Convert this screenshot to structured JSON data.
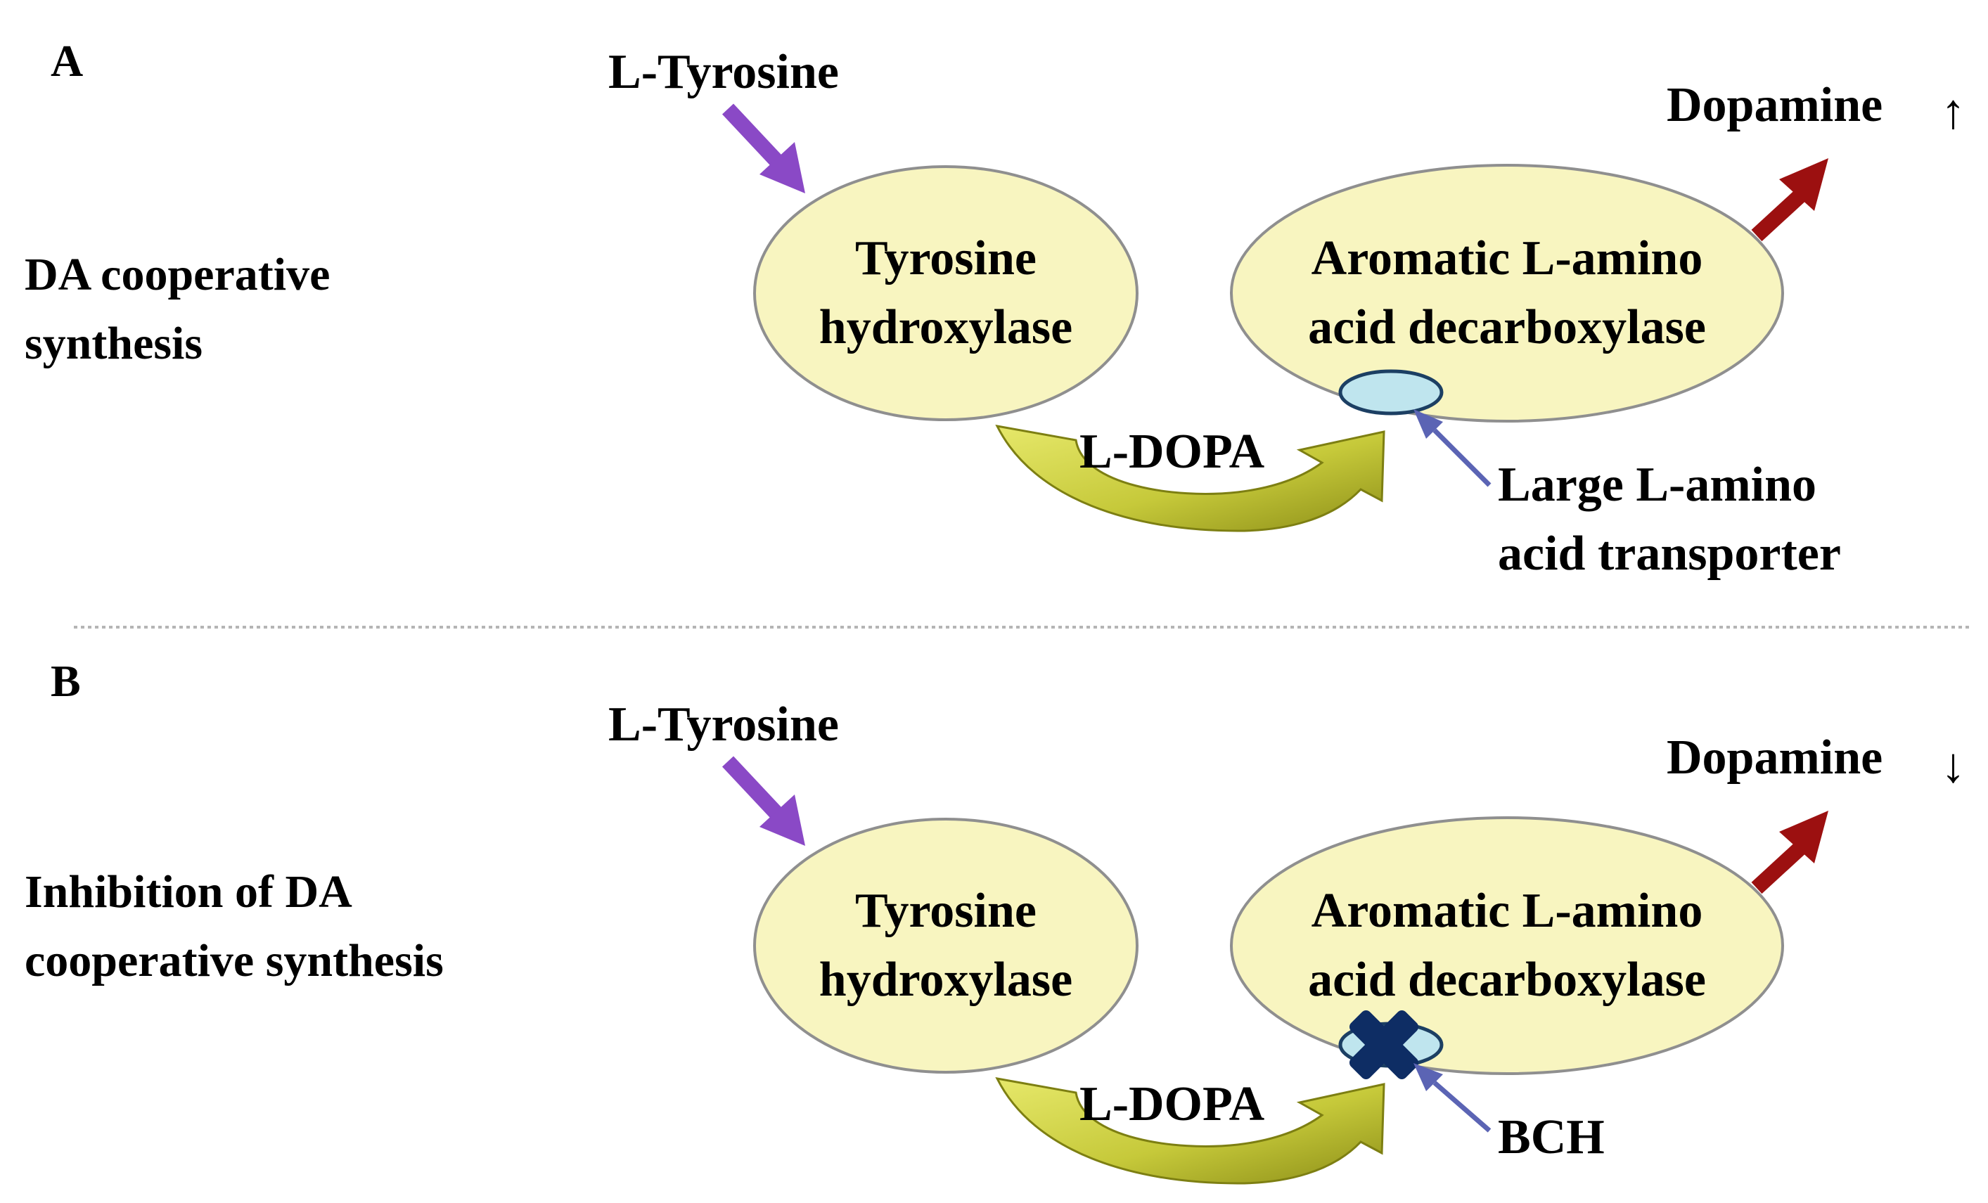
{
  "colors": {
    "ellipse_fill": "#f8f5c0",
    "ellipse_stroke": "#8f8f8f",
    "transporter_fill": "#bfe5ee",
    "transporter_stroke": "#1c3f63",
    "tyrosine_arrow": "#8a49c6",
    "dopamine_arrow": "#9c1010",
    "ldopa_arrow": "#c6c93a",
    "ldopa_arrow_dark": "#7d7f12",
    "pointer_arrow": "#5b64b4",
    "blocker": "#0e2d64",
    "divider": "#b5b5b5"
  },
  "panels": [
    {
      "letter": "A",
      "side_label_lines": [
        "DA cooperative",
        "synthesis"
      ],
      "substrate": "L-Tyrosine",
      "enzyme1_lines": [
        "Tyrosine",
        "hydroxylase"
      ],
      "enzyme2_lines": [
        "Aromatic L-amino",
        "acid decarboxylase"
      ],
      "intermediate": "L-DOPA",
      "product": "Dopamine",
      "product_change": "↑",
      "pointer_label_lines": [
        "Large L-amino",
        "acid transporter"
      ],
      "blocked": false
    },
    {
      "letter": "B",
      "side_label_lines": [
        "Inhibition of DA",
        "cooperative synthesis"
      ],
      "substrate": "L-Tyrosine",
      "enzyme1_lines": [
        "Tyrosine",
        "hydroxylase"
      ],
      "enzyme2_lines": [
        "Aromatic L-amino",
        "acid decarboxylase"
      ],
      "intermediate": "L-DOPA",
      "product": "Dopamine",
      "product_change": "↓",
      "pointer_label_lines": [
        "BCH"
      ],
      "blocked": true
    }
  ]
}
